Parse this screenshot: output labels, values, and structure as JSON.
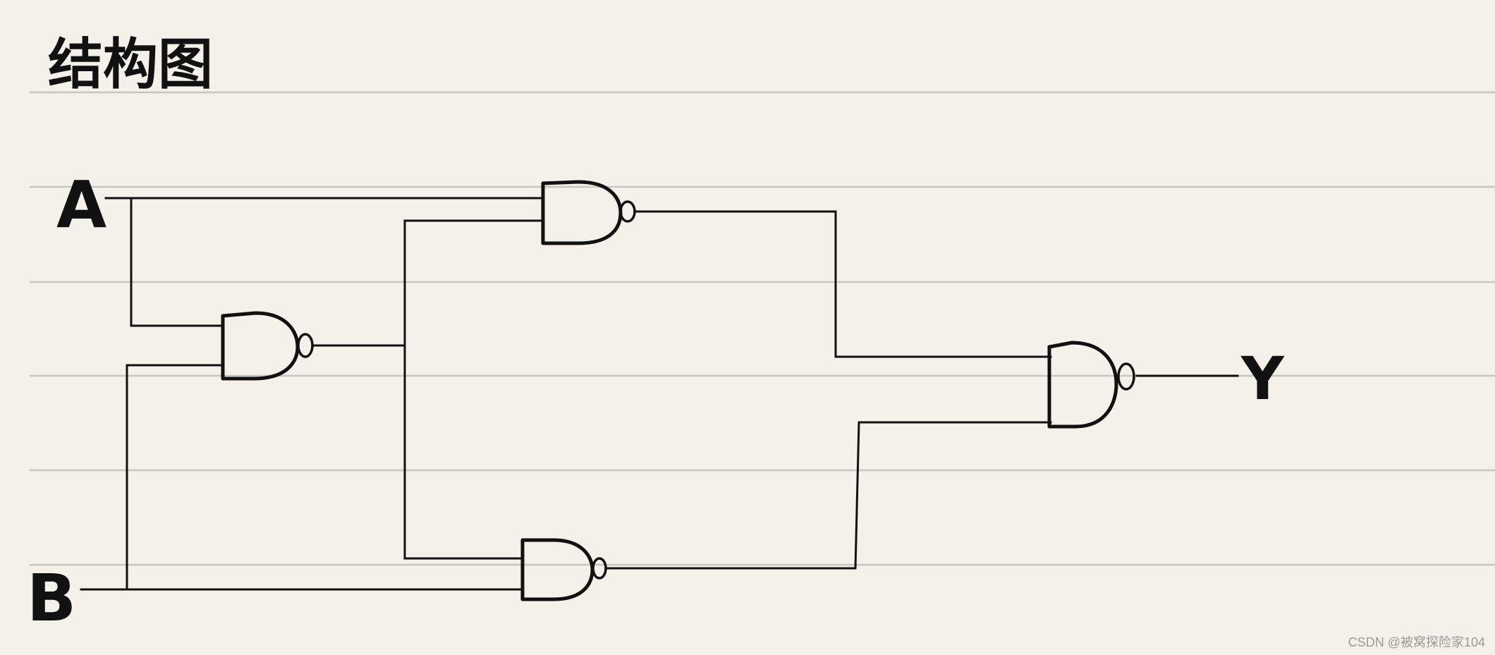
{
  "title": "结构图",
  "inputs": {
    "a": "A",
    "b": "B"
  },
  "output": {
    "y": "Y"
  },
  "gates": [
    {
      "id": "gate-1",
      "type": "NAND"
    },
    {
      "id": "gate-2",
      "type": "NAND"
    },
    {
      "id": "gate-3",
      "type": "NAND"
    },
    {
      "id": "gate-4",
      "type": "NAND"
    }
  ],
  "watermark": "CSDN @被窝探险家104",
  "colors": {
    "paper": "#f3f1ea",
    "ink": "#111111",
    "rule": "#c9c7c0"
  }
}
